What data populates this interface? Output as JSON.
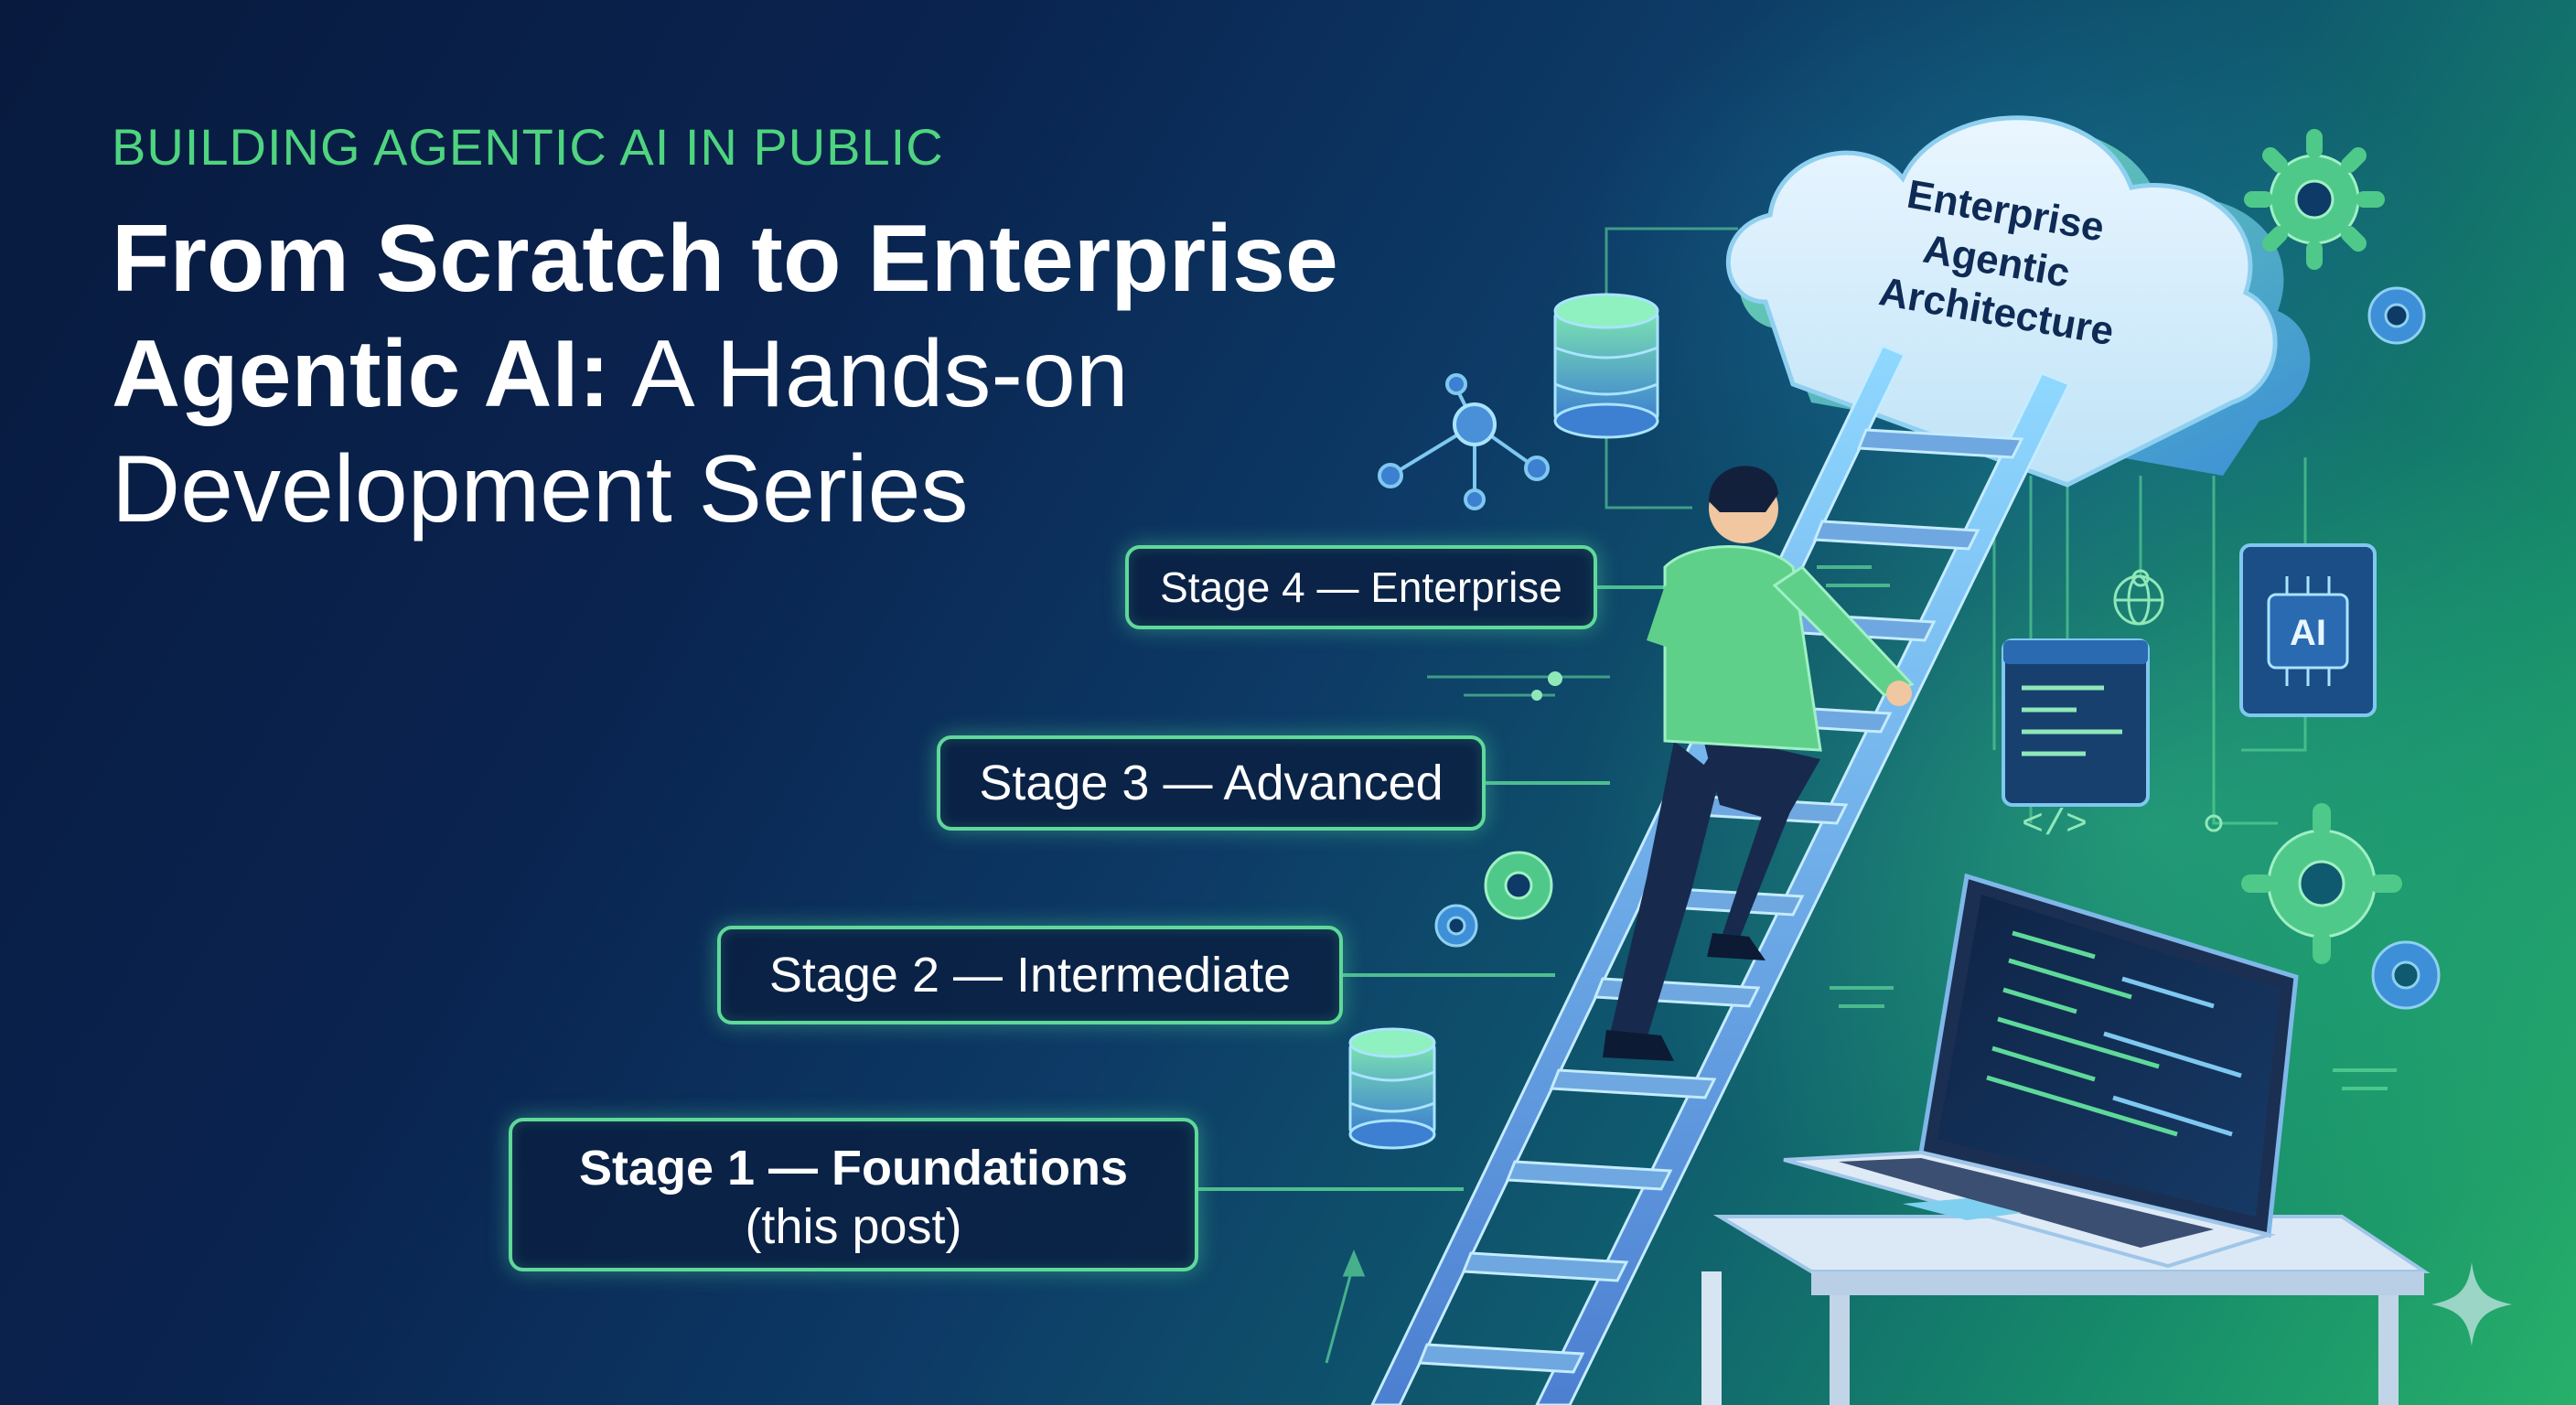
{
  "kicker": "BUILDING AGENTIC AI IN PUBLIC",
  "headline": {
    "line1": "From Scratch to Enterprise",
    "line2_bold": "Agentic AI:",
    "line2_rest": " A Hands-on",
    "line3": "Development Series"
  },
  "stages": [
    {
      "label": "Stage 4 — Enterprise"
    },
    {
      "label": "Stage 3 — Advanced"
    },
    {
      "label": "Stage 2 — Intermediate"
    },
    {
      "label": "Stage 1 — Foundations",
      "sub": "(this post)"
    }
  ],
  "cloud": {
    "line1": "Enterprise",
    "line2": "Agentic",
    "line3": "Architecture"
  },
  "chip_label": "AI",
  "code_glyph": "</>",
  "colors": {
    "accent_green": "#4fd47f",
    "stage_border": "#5fd99a",
    "background_dark": "#081a3e",
    "background_light": "#27b06a"
  },
  "icons": [
    "database-icon",
    "network-node-icon",
    "gear-icon",
    "globe-icon",
    "ai-chip-icon",
    "code-window-icon",
    "laptop-icon",
    "sparkle-icon"
  ]
}
